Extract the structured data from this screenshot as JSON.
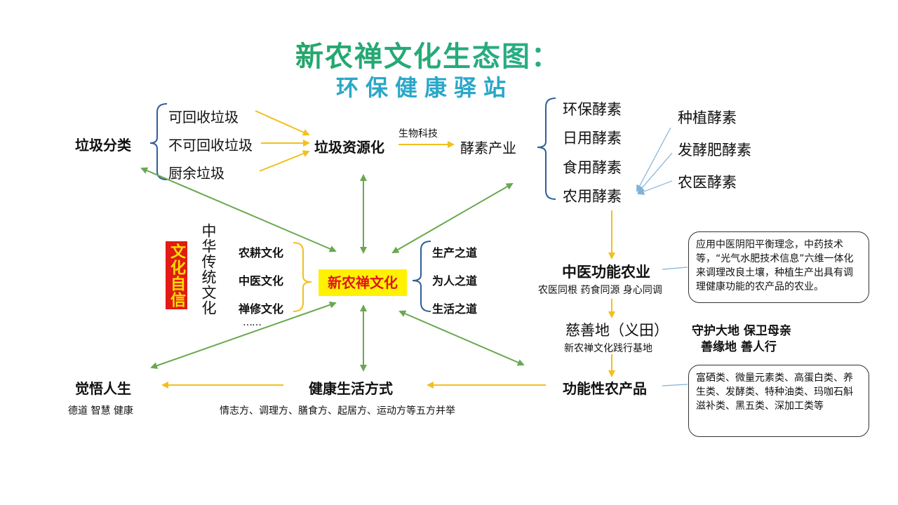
{
  "title": "新农禅文化生态图：",
  "subtitle": "环保健康驿站",
  "garbage": {
    "classification": "垃圾分类",
    "recyclable": "可回收垃圾",
    "non_recyclable": "不可回收垃圾",
    "kitchen": "厨余垃圾",
    "resource": "垃圾资源化",
    "biotech": "生物科技"
  },
  "enzyme": {
    "industry": "酵素产业",
    "items": [
      "环保酵素",
      "日用酵素",
      "食用酵素",
      "农用酵素"
    ],
    "agri_sub": [
      "种植酵素",
      "发酵肥酵素",
      "农医酵素"
    ]
  },
  "tcm": {
    "title": "中医功能农业",
    "sub": "农医同根  药食同源  身心同调",
    "desc": "应用中医阴阳平衡理念，中药技术等，“光气水肥技术信息”六维一体化来调理改良土壤，种植生产出具有调理健康功能的农产品的农业。"
  },
  "base": {
    "title": "慈善地（义田）",
    "sub": "新农禅文化践行基地",
    "slogan1": "守护大地  保卫母亲",
    "slogan2": "善缘地   善人行"
  },
  "products": {
    "title": "功能性农产品",
    "desc": "富硒类、微量元素类、高蛋白类、养生类、发酵类、特种油类、玛咖石斛滋补类、黑五类、深加工类等"
  },
  "lifestyle": {
    "title": "健康生活方式",
    "sub": "情志方、调理方、膳食方、起居方、运动方等五方并举"
  },
  "enlight": {
    "title": "觉悟人生",
    "sub": "德道  智慧  健康"
  },
  "culture": {
    "badge": "文化自信",
    "tradition": "中华传统文化",
    "items": [
      "农耕文化",
      "中医文化",
      "禅修文化"
    ],
    "ellipsis": "……",
    "core": "新农禅文化",
    "ways": [
      "生产之道",
      "为人之道",
      "生活之道"
    ]
  },
  "colors": {
    "yellow_arrow": "#f2bf1e",
    "green_arrow": "#6aa84f",
    "bracket": "#2f5e9a",
    "core_bg": "#fff200",
    "core_text": "#e2141b",
    "badge_bg": "#e21b14",
    "badge_text": "#f7e000"
  }
}
